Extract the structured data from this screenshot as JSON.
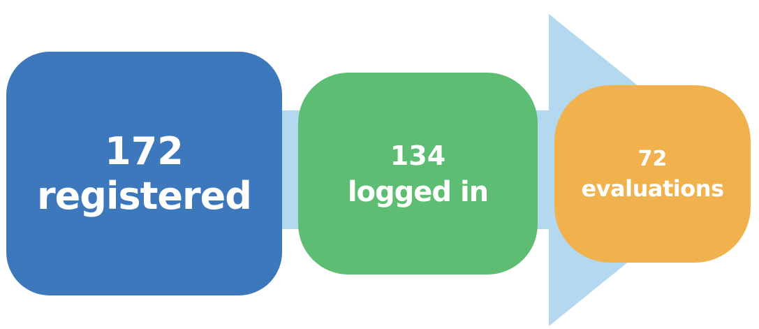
{
  "diagram": {
    "type": "funnel-arrow",
    "colors": {
      "arrow": "#b3d8f0",
      "registered": "#3d78bc",
      "logged_in": "#5dbd72",
      "evaluations": "#f1b24e",
      "text": "#ffffff"
    },
    "stages": [
      {
        "value": "172",
        "label": "registered"
      },
      {
        "value": "134",
        "label": "logged in"
      },
      {
        "value": "72",
        "label": "evaluations"
      }
    ]
  }
}
